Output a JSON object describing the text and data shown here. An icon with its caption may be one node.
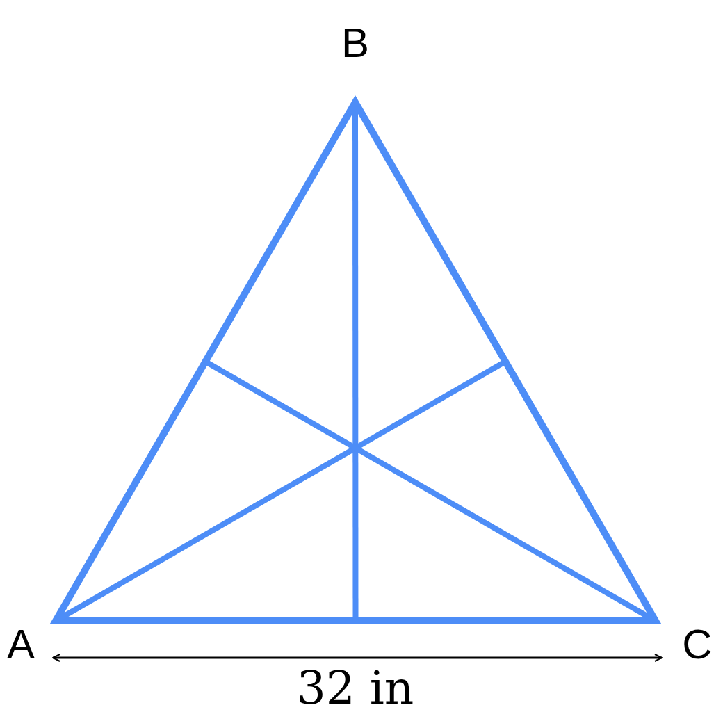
{
  "diagram": {
    "labels": [
      "B",
      "A",
      "C",
      "32 in"
    ]
  }
}
